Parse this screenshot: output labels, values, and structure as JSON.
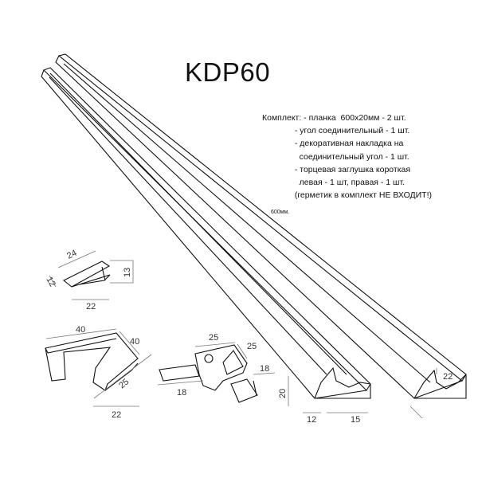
{
  "title": "KDP60",
  "kit": {
    "lines": [
      "Комплект: - планка  600х20мм - 2 шт.",
      "              - угол соединительный - 1 шт.",
      "              - декоративная накладка на",
      "                соединительный угол - 1 шт.",
      "              - торцевая заглушка короткая",
      "                левая - 1 шт, правая - 1 шт.",
      "              (герметик в комплект НЕ ВХОДИТ!)"
    ]
  },
  "length_label": "600мм.",
  "dimensions": {
    "end_cap": [
      "24",
      "12",
      "13",
      "22"
    ],
    "corner_cover": [
      "40",
      "40",
      "25",
      "22"
    ],
    "connector": [
      "25",
      "25",
      "18",
      "18"
    ],
    "profile_left": [
      "20",
      "12",
      "15"
    ],
    "profile_right": [
      "22"
    ]
  }
}
